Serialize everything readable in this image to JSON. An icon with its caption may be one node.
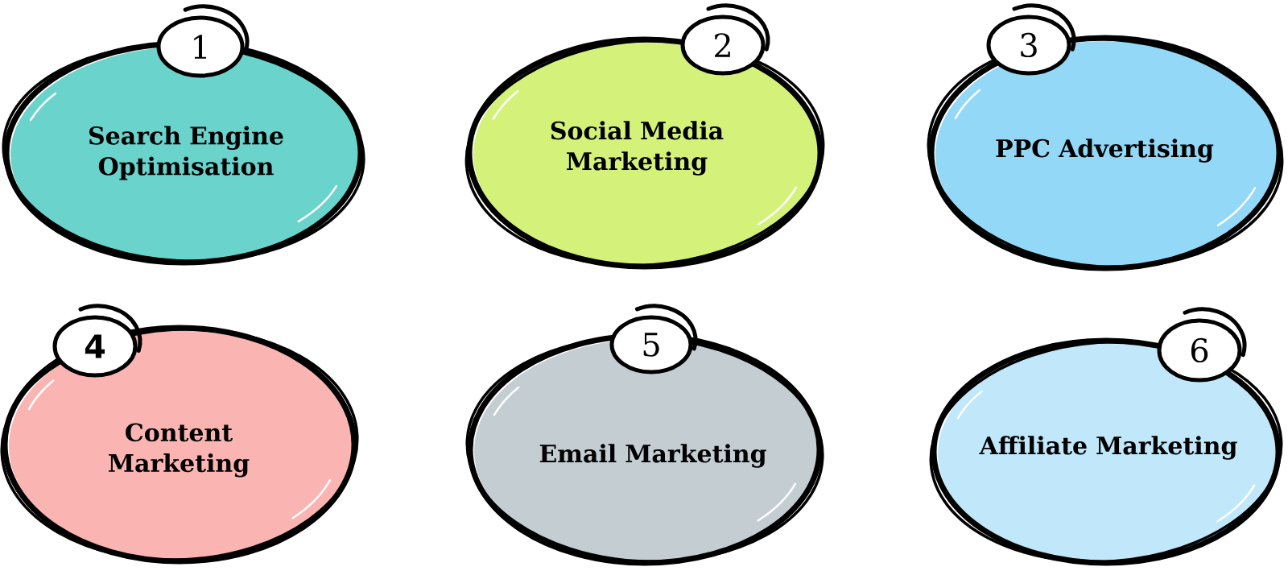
{
  "diagram": {
    "nodes": [
      {
        "text": [
          "1"
        ]
      },
      {
        "text": [
          "Search Engine Optimisation"
        ]
      },
      {
        "text": [
          "2"
        ]
      },
      {
        "text": [
          "Social Media Marketing"
        ]
      },
      {
        "text": [
          "3"
        ]
      },
      {
        "text": [
          "PPC Advertising"
        ]
      },
      {
        "text": [
          "4"
        ]
      },
      {
        "text": [
          "Content Marketing"
        ]
      },
      {
        "text": [
          "5"
        ]
      },
      {
        "text": [
          "Email Marketing"
        ]
      },
      {
        "text": [
          "6"
        ]
      },
      {
        "text": [
          "Affiliate Marketing"
        ]
      }
    ]
  }
}
